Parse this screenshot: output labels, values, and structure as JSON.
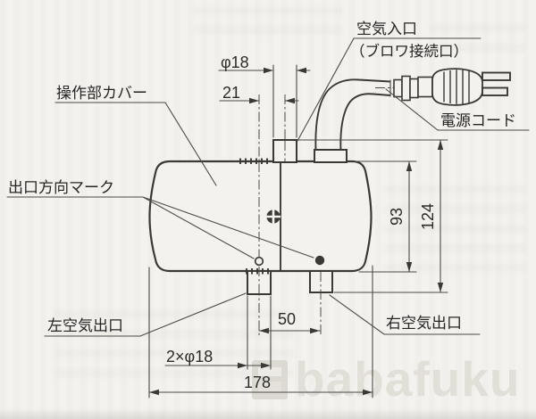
{
  "diagram": {
    "labels": {
      "control_cover": "操作部カバー",
      "outlet_direction_mark": "出口方向マーク",
      "air_inlet": "空気入口",
      "air_inlet_sub": "（ブロワ接続口）",
      "power_cord": "電源コード",
      "left_air_outlet": "左空気出口",
      "right_air_outlet": "右空気出口"
    },
    "dimensions": {
      "inlet_diameter": "φ18",
      "inlet_center_offset": "21",
      "outlet_center_spacing": "50",
      "outlet_diameter": "2×φ18",
      "overall_width": "178",
      "body_height": "93",
      "overall_height": "124"
    }
  },
  "watermark": {
    "text": "babafuku"
  },
  "colors": {
    "paper": "#f3f2ee",
    "line": "#3a3936",
    "watermark_text": "#e2dfd8"
  }
}
